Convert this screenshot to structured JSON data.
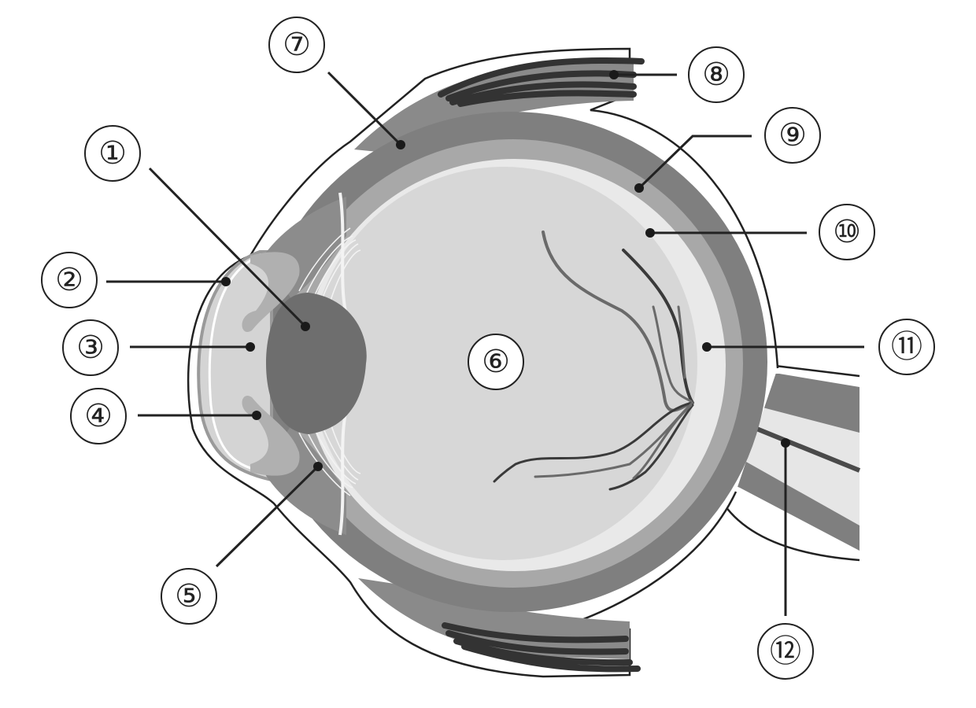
{
  "diagram": {
    "labels": {
      "l1": "①",
      "l2": "②",
      "l3": "③",
      "l4": "④",
      "l5": "⑤",
      "l6": "⑥",
      "l7": "⑦",
      "l8": "⑧",
      "l9": "⑨",
      "l10": "⑩",
      "l11": "⑪",
      "l12": "⑫"
    }
  }
}
